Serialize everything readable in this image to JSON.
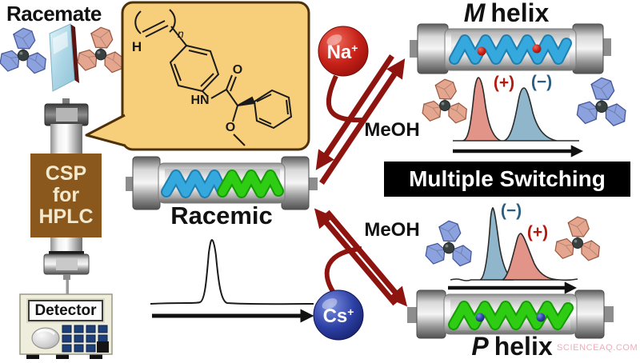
{
  "header": {
    "racemate": "Racemate"
  },
  "csp": {
    "line1": "CSP",
    "line2": "for",
    "line3": "HPLC"
  },
  "detector": {
    "label": "Detector"
  },
  "racemic": {
    "label": "Racemic"
  },
  "m_helix": {
    "prefix": "M",
    "suffix": "helix"
  },
  "p_helix": {
    "prefix": "P",
    "suffix": "helix"
  },
  "ions": {
    "na": {
      "symbol": "Na",
      "charge": "+"
    },
    "cs": {
      "symbol": "Cs",
      "charge": "+"
    }
  },
  "arrows": {
    "meoh_top": "MeOH",
    "meoh_bottom": "MeOH"
  },
  "banner": {
    "text": "Multiple Switching"
  },
  "chromatograms": {
    "racemic_column_output": {
      "type": "single unresolved peak",
      "peaks": [
        {
          "label": "",
          "filled": false
        }
      ]
    },
    "m_helix_output": {
      "type": "resolved enantiomer peaks",
      "peaks": [
        {
          "label": "(+)",
          "color": "#e39488",
          "order": 1
        },
        {
          "label": "(−)",
          "color": "#8fb6ca",
          "order": 2
        }
      ]
    },
    "p_helix_output": {
      "type": "resolved enantiomer peaks (reversed elution order)",
      "peaks": [
        {
          "label": "(−)",
          "color": "#8fb6ca",
          "order": 1
        },
        {
          "label": "(+)",
          "color": "#e39488",
          "order": 2
        }
      ]
    }
  },
  "structure": {
    "repeat_subscript": "n",
    "vinyl_h": "H",
    "amide": "HN",
    "carbonyl_o": "O",
    "methoxy_o": "O"
  },
  "watermark": {
    "text": "SCIENCEAQ.COM"
  },
  "colors": {
    "arrow_red": "#8e1410",
    "na_sphere": "#c62017",
    "cs_sphere": "#2c3fa4",
    "m_helix_blue": "#35a9de",
    "p_helix_green": "#2ecc12",
    "bubble_fill": "#f7ce7a",
    "csp_brown": "#8a571c",
    "peak_pink": "#e39488",
    "peak_blue": "#8fb6ca",
    "banner_bg": "#000000",
    "banner_text": "#ffffff",
    "watermark_pink": "#f3aab6",
    "molecule_blue": "#8ca2de",
    "molecule_pink": "#e5a690"
  }
}
